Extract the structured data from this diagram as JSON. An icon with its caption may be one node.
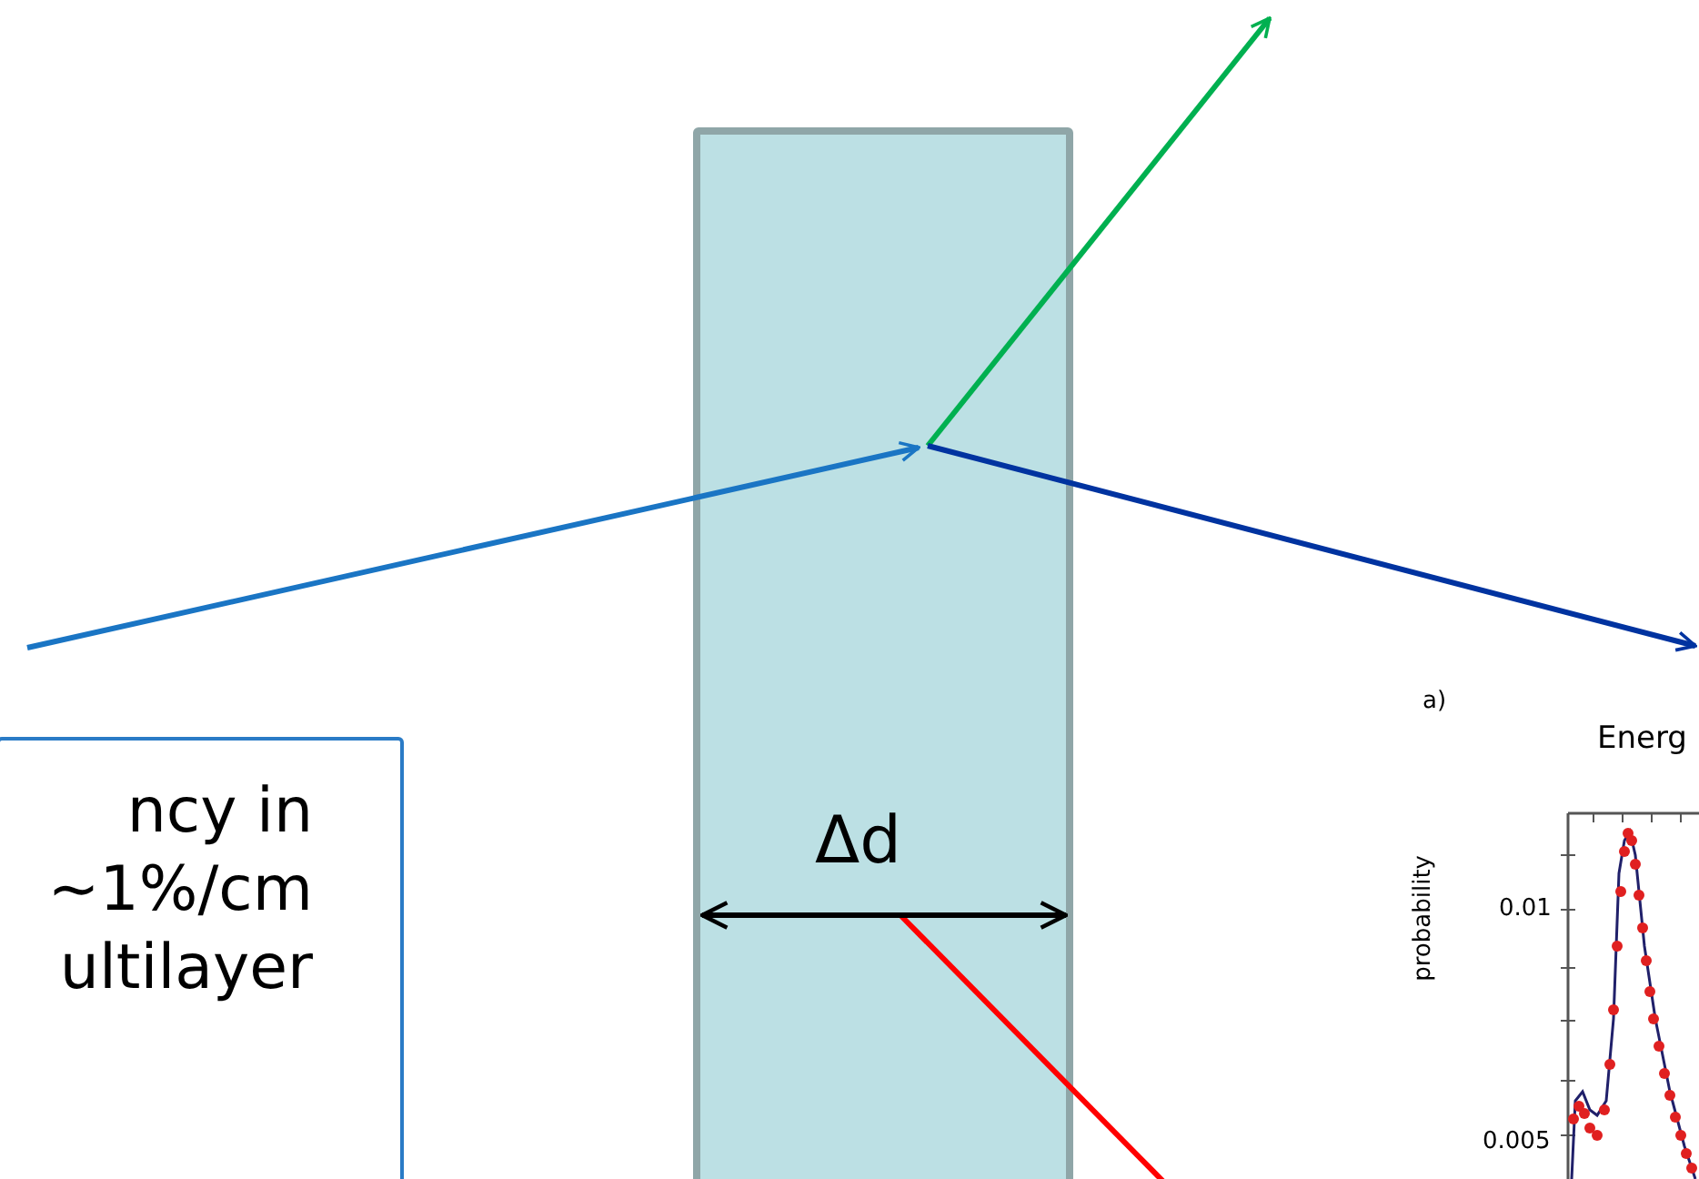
{
  "diagram": {
    "nodes": [
      {
        "text": [
          "ncy in ~1%/cm ultilayer"
        ]
      },
      {
        "text": [],
        "shape": "box"
      }
    ],
    "edges": [
      {
        "from": null,
        "to": 1,
        "arrow": "to",
        "color": "#1a75c4"
      },
      {
        "from": 1,
        "to": null,
        "arrow": "to",
        "color": "#00b050"
      },
      {
        "from": 1,
        "to": null,
        "arrow": "to",
        "color": "#0033a0"
      },
      {
        "from": 1,
        "to": null,
        "arrow": "none",
        "color": "#ff0000"
      }
    ],
    "labels": [
      "Δd",
      "a)",
      "Energ",
      "probability",
      "0.01",
      "0.005"
    ]
  }
}
